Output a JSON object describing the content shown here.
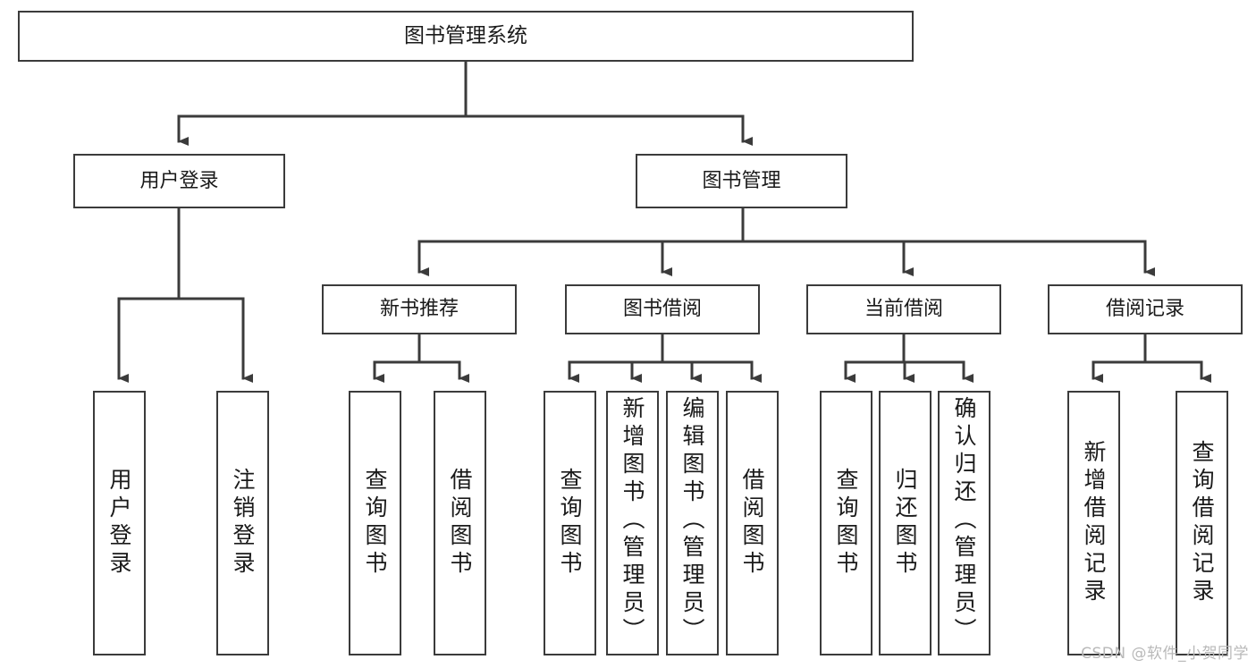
{
  "diagram": {
    "title": "图书管理系统",
    "type": "tree",
    "watermark": "CSDN @软件_小贺同学",
    "colors": {
      "box_border": "#3b3b3b",
      "box_fill": "#ffffff",
      "edge": "#3b3b3b",
      "text": "#1a1a1a",
      "watermark": "#b9b9b9",
      "background": "#ffffff"
    },
    "nodes": {
      "root": {
        "label": "图书管理系统"
      },
      "level1": [
        {
          "id": "user-login",
          "label": "用户登录"
        },
        {
          "id": "book-manage",
          "label": "图书管理"
        }
      ],
      "level2": [
        {
          "id": "new-book",
          "label": "新书推荐"
        },
        {
          "id": "borrow",
          "label": "图书借阅"
        },
        {
          "id": "current",
          "label": "当前借阅"
        },
        {
          "id": "record",
          "label": "借阅记录"
        }
      ],
      "leaves": {
        "user-login": [
          {
            "id": "leaf-user-login",
            "label": "用户登录"
          },
          {
            "id": "leaf-user-logout",
            "label": "注销登录"
          }
        ],
        "new-book": [
          {
            "id": "leaf-query-book-1",
            "label": "查询图书"
          },
          {
            "id": "leaf-borrow-book-1",
            "label": "借阅图书"
          }
        ],
        "borrow": [
          {
            "id": "leaf-query-book-2",
            "label": "查询图书"
          },
          {
            "id": "leaf-add-book",
            "label": "新增图书（管理员）"
          },
          {
            "id": "leaf-edit-book",
            "label": "编辑图书（管理员）"
          },
          {
            "id": "leaf-borrow-book-2",
            "label": "借阅图书"
          }
        ],
        "current": [
          {
            "id": "leaf-query-book-3",
            "label": "查询图书"
          },
          {
            "id": "leaf-return-book",
            "label": "归还图书"
          },
          {
            "id": "leaf-confirm-return",
            "label": "确认归还（管理员）"
          }
        ],
        "record": [
          {
            "id": "leaf-add-record",
            "label": "新增借阅记录"
          },
          {
            "id": "leaf-query-record",
            "label": "查询借阅记录"
          }
        ]
      }
    }
  }
}
